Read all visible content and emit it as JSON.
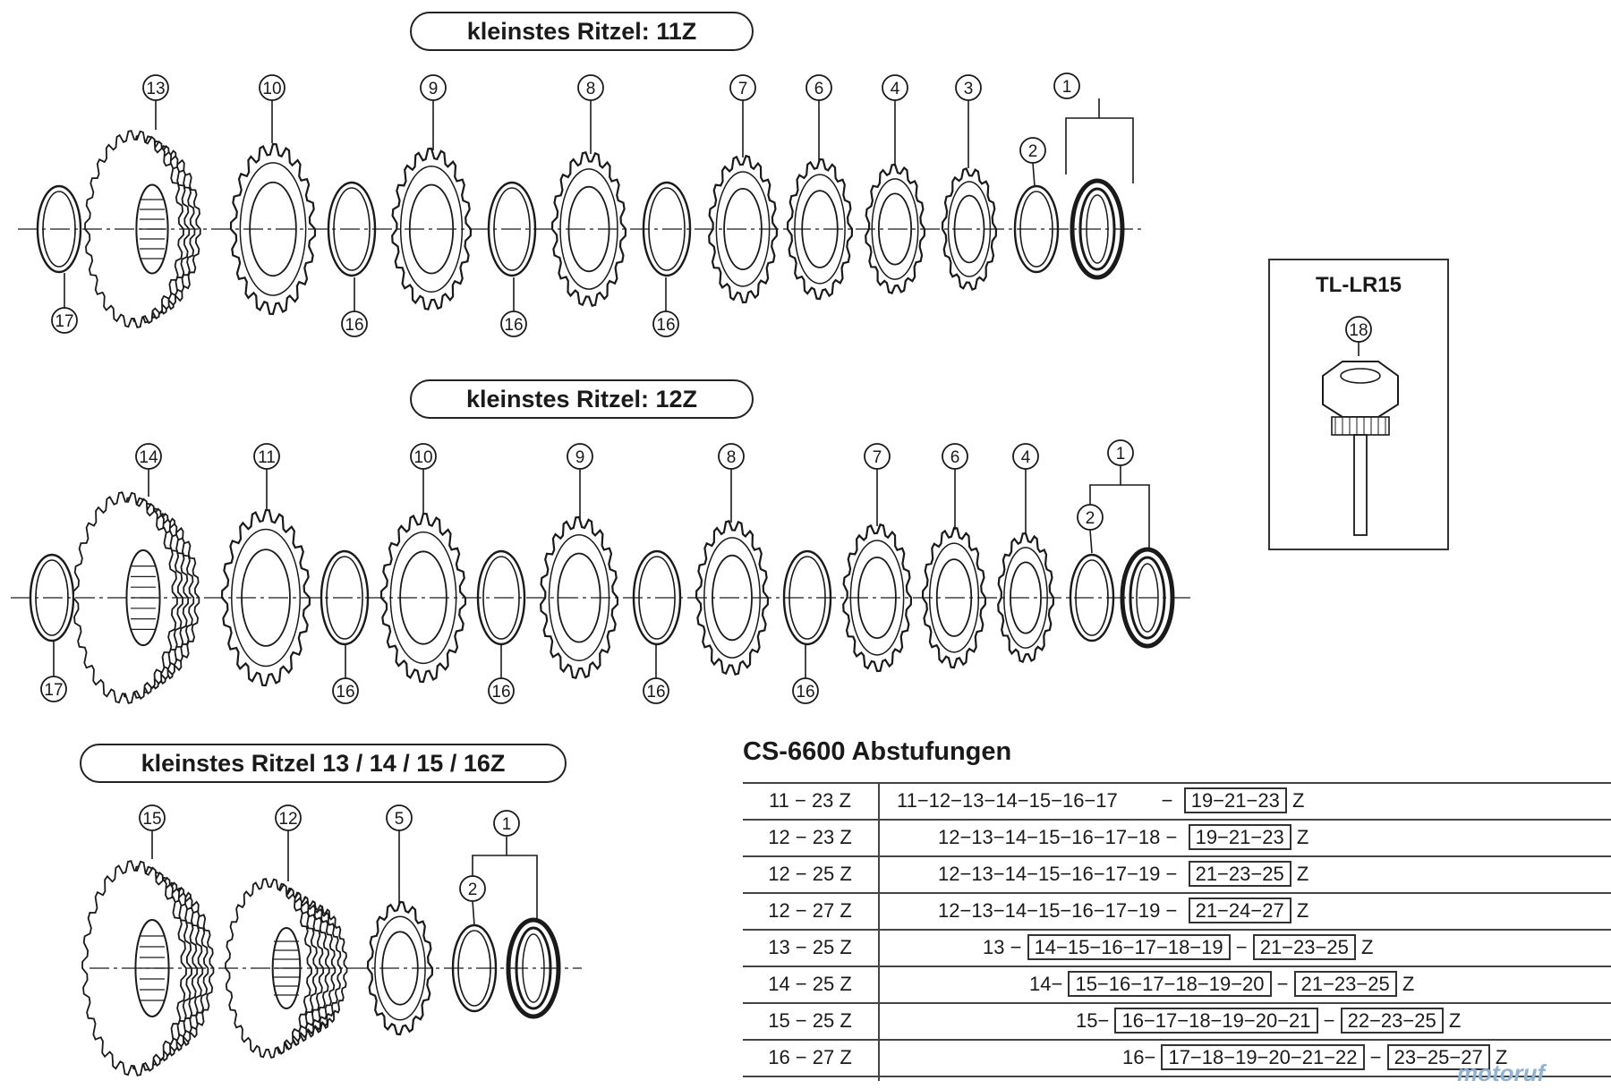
{
  "banners": {
    "b11": "kleinstes Ritzel: 11Z",
    "b12": "kleinstes Ritzel: 12Z",
    "b13": "kleinstes Ritzel 13 / 14 / 15 / 16Z"
  },
  "tool": {
    "title": "TL-LR15",
    "part": "18"
  },
  "row1_parts": [
    "13",
    "10",
    "9",
    "8",
    "7",
    "6",
    "4",
    "3",
    "1",
    "2",
    "17",
    "16",
    "16",
    "16"
  ],
  "row2_parts": [
    "14",
    "11",
    "10",
    "9",
    "8",
    "7",
    "6",
    "4",
    "1",
    "2",
    "17",
    "16",
    "16",
    "16",
    "16"
  ],
  "row3_parts": [
    "15",
    "12",
    "5",
    "1",
    "2"
  ],
  "table": {
    "title": "CS-6600 Abstufungen",
    "rows": [
      {
        "range": "11 − 23 Z",
        "pre": "11−12−13−14−15−16−17",
        "mid": "",
        "post": "19−21−23"
      },
      {
        "range": "12 − 23 Z",
        "pre": "12−13−14−15−16−17−18",
        "mid": "",
        "post": "19−21−23"
      },
      {
        "range": "12 − 25 Z",
        "pre": "12−13−14−15−16−17−19",
        "mid": "",
        "post": "21−23−25"
      },
      {
        "range": "12 − 27 Z",
        "pre": "12−13−14−15−16−17−19",
        "mid": "",
        "post": "21−24−27"
      },
      {
        "range": "13 − 25 Z",
        "pre": "13",
        "mid": "14−15−16−17−18−19",
        "post": "21−23−25"
      },
      {
        "range": "14 − 25 Z",
        "pre": "14",
        "mid": "15−16−17−18−19−20",
        "post": "21−23−25"
      },
      {
        "range": "15 − 25 Z",
        "pre": "15",
        "mid": "16−17−18−19−20−21",
        "post": "22−23−25"
      },
      {
        "range": "16 − 27 Z",
        "pre": "16",
        "mid": "17−18−19−20−21−22",
        "post": "23−25−27"
      }
    ],
    "unit": "Z"
  },
  "watermark": "motoruf",
  "colors": {
    "ink": "#1a1a1a",
    "line": "#333333"
  }
}
